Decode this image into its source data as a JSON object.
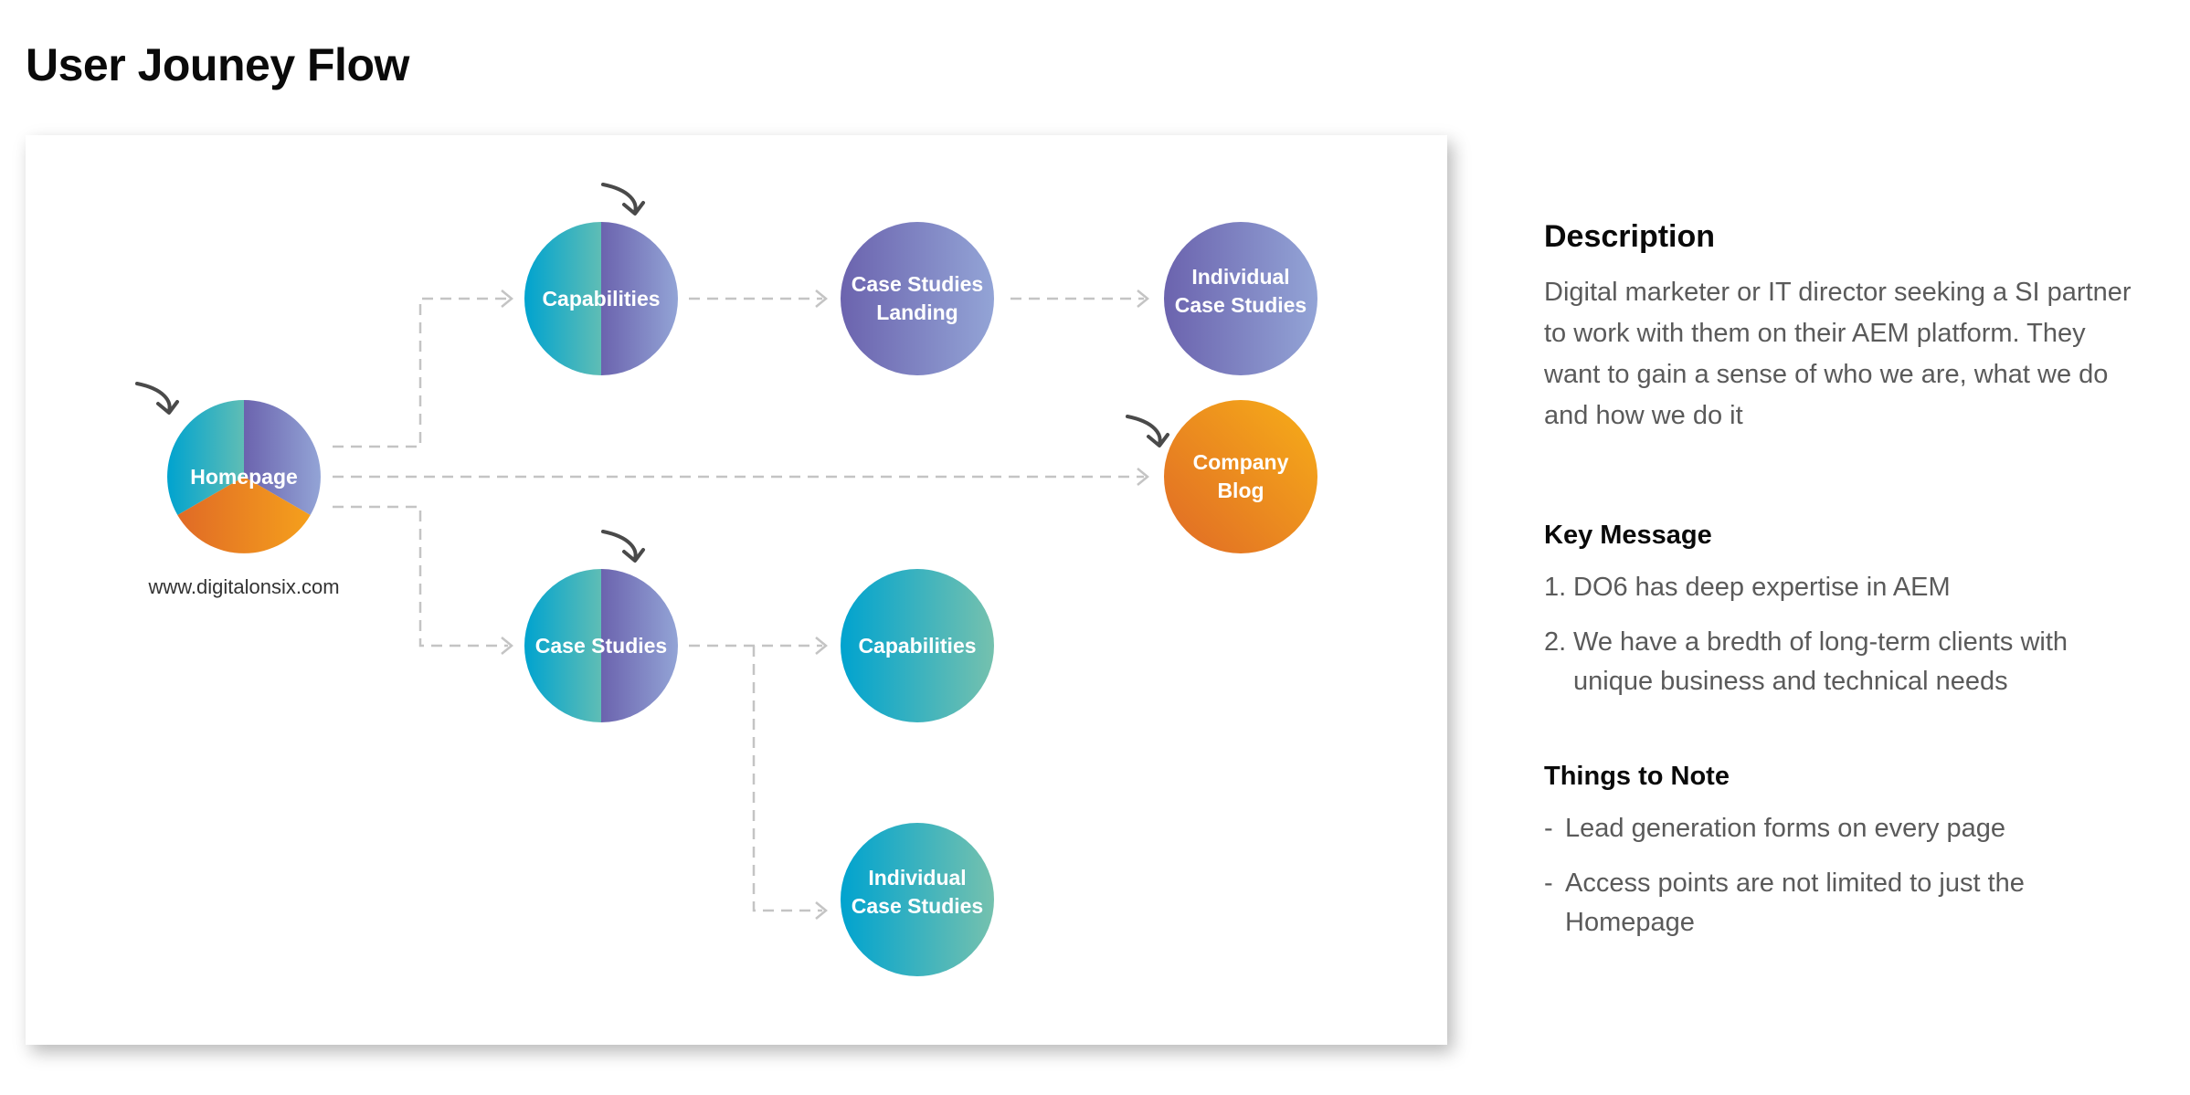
{
  "title": "User Jouney Flow",
  "diagram": {
    "site_url": "www.digitalonsix.com",
    "nodes": {
      "homepage": {
        "label": "Homepage"
      },
      "capabilities_top": {
        "label": "Capabilities"
      },
      "case_studies_landing": {
        "label_lines": [
          "Case Studies",
          "Landing"
        ]
      },
      "individual_case_studies_top": {
        "label_lines": [
          "Individual",
          "Case Studies"
        ]
      },
      "company_blog": {
        "label_lines": [
          "Company",
          "Blog"
        ]
      },
      "case_studies": {
        "label": "Case Studies"
      },
      "capabilities_bottom": {
        "label": "Capabilities"
      },
      "individual_case_studies_bottom": {
        "label_lines": [
          "Individual",
          "Case Studies"
        ]
      }
    },
    "colors": {
      "teal": "#00a3cf",
      "purple": "#6b63ae",
      "lavender": "#93a4d6",
      "mint": "#75c1ae",
      "orange": "#e06a26",
      "amber": "#f7ae18",
      "connector": "#c4c4c4",
      "cursor": "#4a4a4a"
    }
  },
  "panel": {
    "description": {
      "heading": "Description",
      "text": "Digital marketer or IT director seeking a SI partner to work with them on their AEM platform. They want to gain a sense of who we are, what we do and how we do it"
    },
    "key_message": {
      "heading": "Key Message",
      "items": [
        {
          "marker": "1.",
          "text": "DO6 has deep expertise in AEM"
        },
        {
          "marker": "2.",
          "text": "We have a bredth of long-term clients with unique business and technical needs"
        }
      ]
    },
    "things_to_note": {
      "heading": "Things to Note",
      "items": [
        {
          "marker": "-",
          "text": "Lead generation forms on every page"
        },
        {
          "marker": "-",
          "text": "Access points are not limited to just the Homepage"
        }
      ]
    }
  }
}
